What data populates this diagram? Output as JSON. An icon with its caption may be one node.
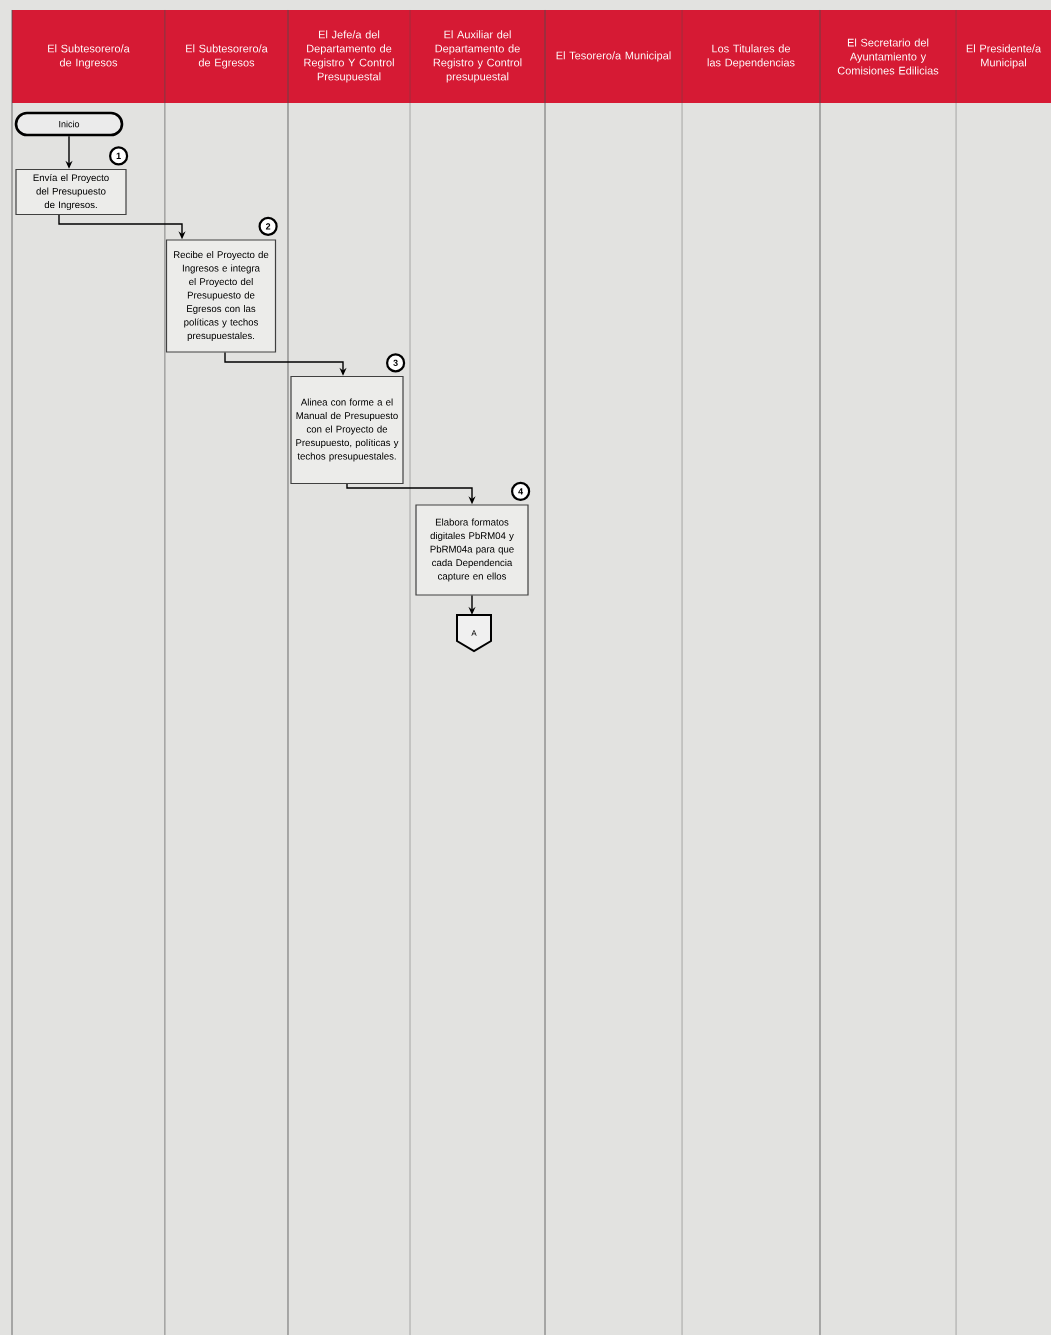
{
  "diagram": {
    "nodes": [
      {
        "text": [
          "El Subtesorero/a de Ingresos"
        ]
      },
      {
        "text": [
          "El Subtesorero/a de Egresos"
        ]
      },
      {
        "text": [
          "El Jefe/a del Departamento de Registro Y Control Presupuestal"
        ]
      },
      {
        "text": [
          "El Auxiliar del Departamento de Registro y Control presupuestal"
        ]
      },
      {
        "text": [
          "El Tesorero/a Municipal"
        ]
      },
      {
        "text": [
          "Los Titulares de las Dependencias"
        ]
      },
      {
        "text": [
          "El Secretario del Ayuntamiento y Comisiones Edilicias"
        ]
      },
      {
        "text": [
          "El Presidente/a Municipal"
        ]
      },
      {
        "text": [
          "Inicio"
        ]
      },
      {
        "text": [
          "Envía el Proyecto del Presupuesto de Ingresos."
        ],
        "beside": [
          "1"
        ]
      },
      {
        "text": [
          "Recibe el Proyecto de Ingresos e integra el Proyecto del Presupuesto de Egresos con las políticas y techos presupuestales."
        ],
        "beside": [
          "2"
        ]
      },
      {
        "text": [
          "Alinea con forme a el Manual de Presupuesto con el Proyecto de Presupuesto, políticas y techos presupuestales."
        ],
        "beside": [
          "3"
        ]
      },
      {
        "text": [
          "Elabora formatos digitales PbRM04 y PbRM04a para que cada Dependencia capture en ellos"
        ],
        "beside": [
          "4"
        ]
      },
      {
        "text": [
          "A"
        ]
      }
    ],
    "edges": [
      {
        "from": 8,
        "to": 9,
        "arrow": "to"
      },
      {
        "from": 9,
        "to": 10,
        "arrow": "to"
      },
      {
        "from": 10,
        "to": 11,
        "arrow": "to"
      },
      {
        "from": 11,
        "to": 12,
        "arrow": "to"
      },
      {
        "from": 12,
        "to": 13,
        "arrow": "to"
      }
    ]
  }
}
